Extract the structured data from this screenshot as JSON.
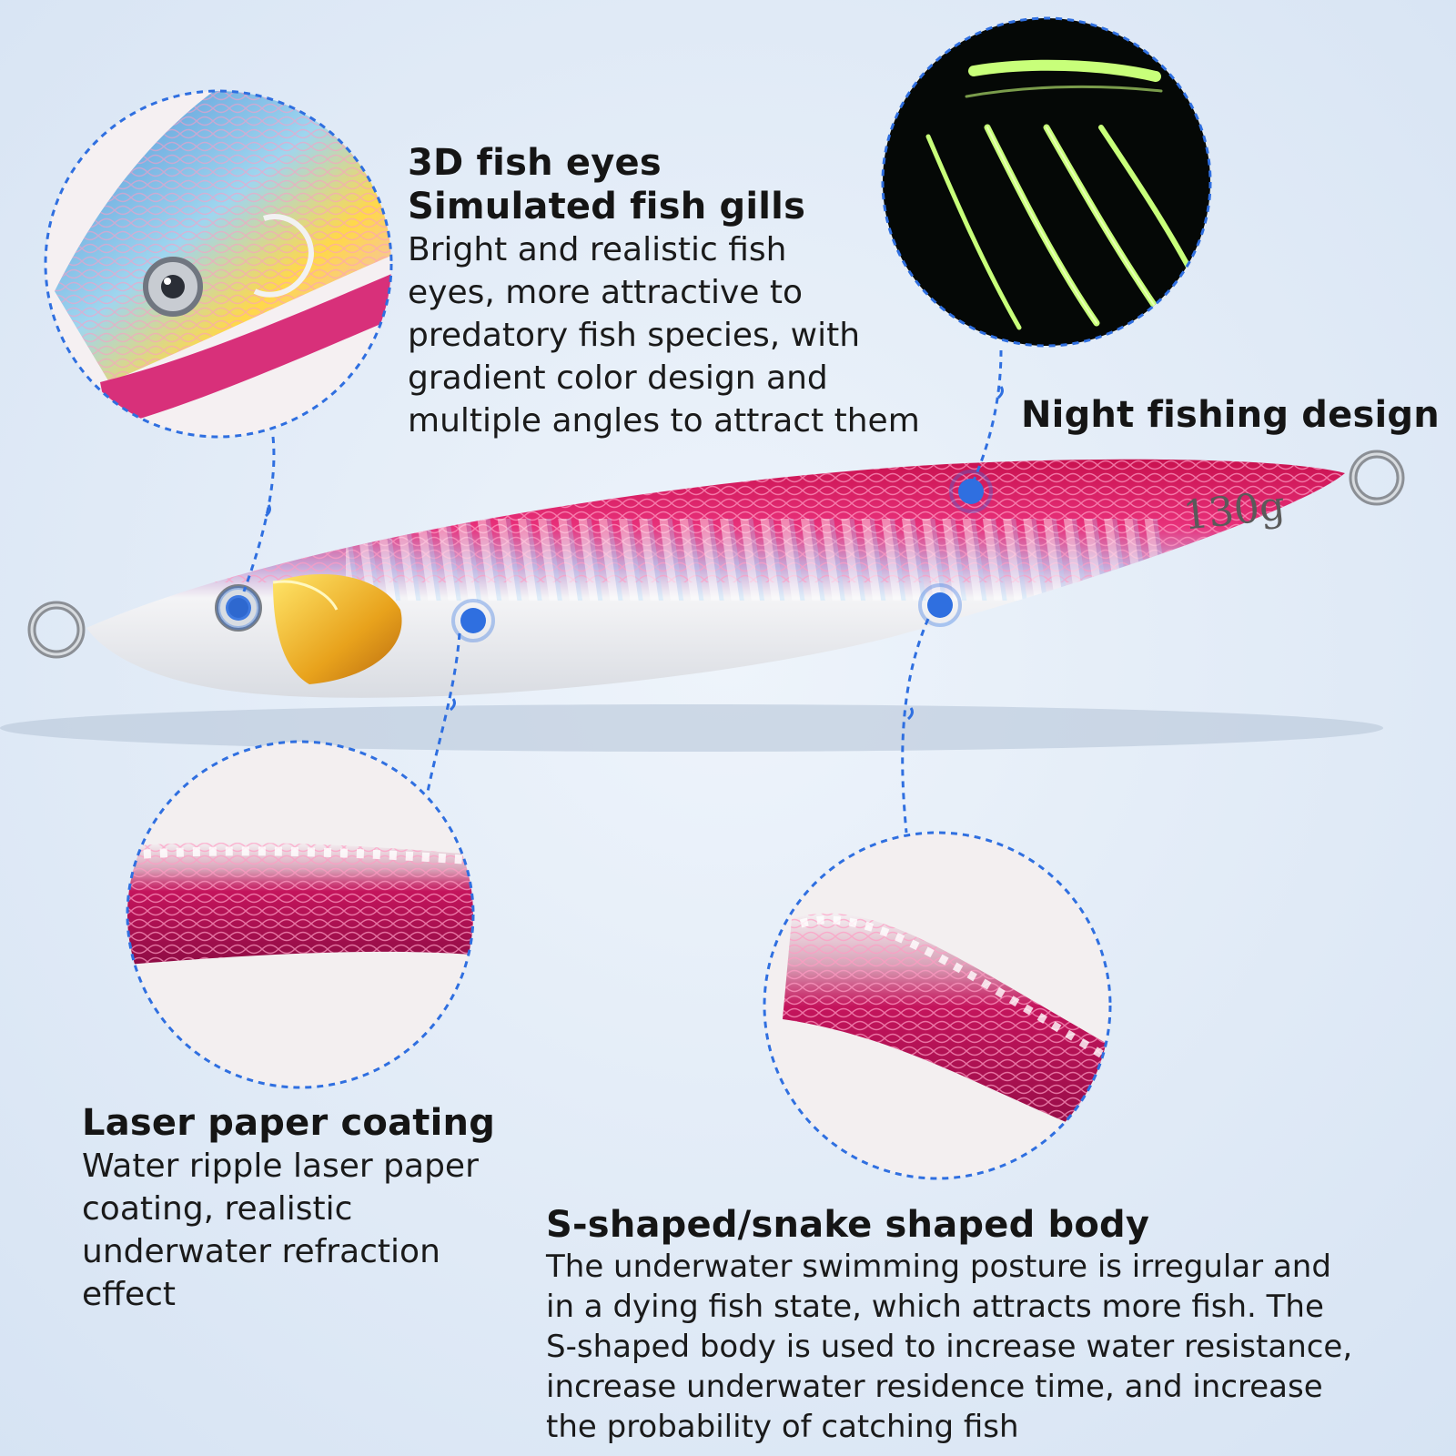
{
  "colors": {
    "background": "#dde8f5",
    "callout_blue": "#2f6fe0",
    "lure_pink": "#e0236a",
    "lure_silver": "#eef0f2",
    "glow_green": "#c8ff7a"
  },
  "lure": {
    "weight_label": "130g"
  },
  "features": {
    "eyes_gills": {
      "headings": [
        "3D fish eyes",
        "Simulated fish gills"
      ],
      "description_lines": [
        "Bright and realistic fish",
        "eyes, more attractive to",
        "predatory fish species, with",
        "gradient color design and",
        "multiple angles to attract them"
      ]
    },
    "night": {
      "heading": "Night fishing design"
    },
    "laser": {
      "heading": "Laser paper coating",
      "description_lines": [
        "Water ripple laser paper",
        "coating, realistic",
        "underwater refraction",
        "effect"
      ]
    },
    "s_shape": {
      "heading": "S-shaped/snake shaped body",
      "description_lines": [
        "The underwater swimming posture is irregular and",
        "in a dying fish state, which attracts more fish. The",
        "S-shaped body is used to increase water resistance,",
        "increase underwater residence time, and increase",
        "the probability of catching fish"
      ]
    }
  }
}
